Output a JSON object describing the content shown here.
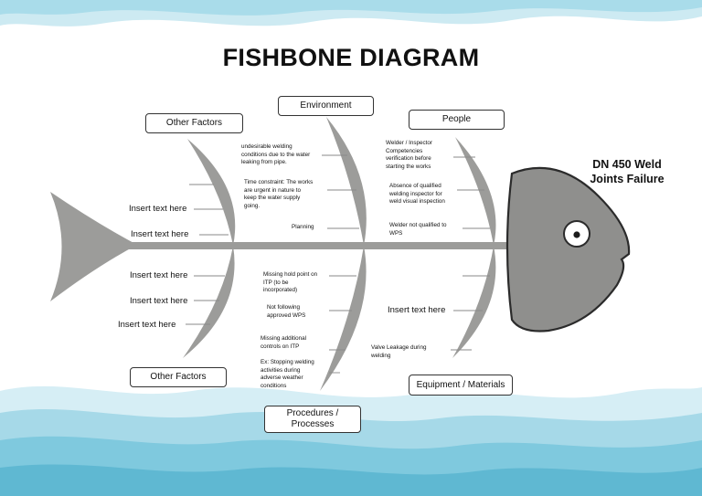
{
  "title": "FISHBONE DIAGRAM",
  "problem": {
    "line1": "DN 450 Weld",
    "line2": "Joints Failure"
  },
  "categories": {
    "other_top": "Other Factors",
    "environment": "Environment",
    "people": "People",
    "other_bottom": "Other Factors",
    "procedures_line1": "Procedures /",
    "procedures_line2": "Processes",
    "equipment": "Equipment / Materials"
  },
  "placeholder_text": {
    "other_top_1": "Insert text here",
    "other_top_2": "Insert text here",
    "other_bottom_1": "Insert text here",
    "other_bottom_2": "Insert text here",
    "other_bottom_3": "Insert text here",
    "equipment_1": "Insert text here"
  },
  "causes": {
    "environment": [
      {
        "lines": [
          "undesirable welding",
          "conditions due to the water",
          "leaking from pipe."
        ]
      },
      {
        "lines": [
          "Time constraint: The works",
          "are urgent in nature to",
          "keep the water supply",
          "going."
        ]
      },
      {
        "lines": [
          "Planning"
        ]
      }
    ],
    "people": [
      {
        "lines": [
          "Welder / Inspector",
          "Competencies",
          "verification before",
          "starting the works"
        ]
      },
      {
        "lines": [
          "Absence of qualified",
          "welding inspector for",
          "weld visual inspection"
        ]
      },
      {
        "lines": [
          "Welder not qualified to",
          "WPS"
        ]
      }
    ],
    "procedures": [
      {
        "lines": [
          "Missing hold point on",
          "ITP (to be",
          "incorporated)"
        ]
      },
      {
        "lines": [
          "Not following",
          "approved WPS"
        ]
      },
      {
        "lines": [
          "Missing additional",
          "controls on ITP"
        ]
      },
      {
        "lines": [
          "Ex: Stopping welding",
          "activities during",
          "adverse weather",
          "conditions"
        ]
      }
    ],
    "equipment": [
      {
        "lines": [
          "Valve Leakage during",
          "welding"
        ]
      }
    ]
  },
  "colors": {
    "bone": "#9c9c9a",
    "fish_head": "#8f8f8d",
    "wave_light": "#cdeaf2",
    "wave_mid": "#9fd6e6",
    "wave_dark": "#6cc0d8"
  }
}
